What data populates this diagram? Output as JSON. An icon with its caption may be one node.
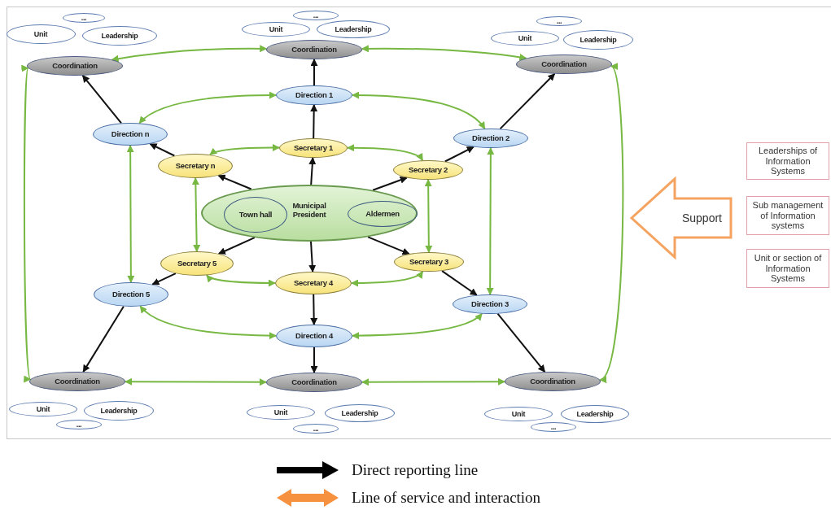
{
  "diagram": {
    "nodes": [
      {
        "text": [
          "..."
        ]
      },
      {
        "text": [
          "Unit"
        ]
      },
      {
        "text": [
          "Leadership"
        ]
      },
      {
        "text": [
          "..."
        ]
      },
      {
        "text": [
          "Unit"
        ]
      },
      {
        "text": [
          "Leadership"
        ]
      },
      {
        "text": [
          "..."
        ]
      },
      {
        "text": [
          "Unit"
        ]
      },
      {
        "text": [
          "Leadership"
        ]
      },
      {
        "text": [
          "Coordination"
        ]
      },
      {
        "text": [
          "Coordination"
        ]
      },
      {
        "text": [
          "Coordination"
        ]
      },
      {
        "text": [
          "Direction 1"
        ]
      },
      {
        "text": [
          "Direction n"
        ]
      },
      {
        "text": [
          "Direction 2"
        ]
      },
      {
        "text": [
          "Secretary 1"
        ]
      },
      {
        "text": [
          "Secretary n"
        ]
      },
      {
        "text": [
          "Secretary 2"
        ]
      },
      {
        "text": [
          "Municipal President"
        ]
      },
      {
        "text": [
          "Town hall"
        ],
        "in": 18
      },
      {
        "text": [
          "Aldermen"
        ],
        "in": 18
      },
      {
        "text": [
          "Leaderships of Information Systems"
        ]
      },
      {
        "text": [
          "Support"
        ]
      },
      {
        "text": [
          "Sub management of Information systems"
        ]
      },
      {
        "text": [
          "Unit or section of Information Systems"
        ]
      },
      {
        "text": [
          "Secretary 5"
        ]
      },
      {
        "text": [
          "Secretary 3"
        ]
      },
      {
        "text": [
          "Secretary 4"
        ]
      },
      {
        "text": [
          "Direction 5"
        ]
      },
      {
        "text": [
          "Direction 3"
        ]
      },
      {
        "text": [
          "Direction 4"
        ]
      },
      {
        "text": [
          "Coordination"
        ]
      },
      {
        "text": [
          "Coordination"
        ]
      },
      {
        "text": [
          "Coordination"
        ]
      },
      {
        "text": [
          "Unit"
        ]
      },
      {
        "text": [
          "Leadership"
        ]
      },
      {
        "text": [
          "..."
        ]
      },
      {
        "text": [
          "Unit"
        ]
      },
      {
        "text": [
          "Leadership"
        ]
      },
      {
        "text": [
          "..."
        ]
      },
      {
        "text": [
          "Unit"
        ]
      },
      {
        "text": [
          "Leadership"
        ]
      },
      {
        "text": [
          "..."
        ]
      }
    ],
    "edges": [
      {
        "from": 18,
        "to": 15,
        "arrow": "to"
      },
      {
        "from": 18,
        "to": 16,
        "arrow": "to"
      },
      {
        "from": 18,
        "to": 17,
        "arrow": "to"
      },
      {
        "from": 18,
        "to": 25,
        "arrow": "to"
      },
      {
        "from": 18,
        "to": 27,
        "arrow": "to"
      },
      {
        "from": 18,
        "to": 26,
        "arrow": "to"
      },
      {
        "from": 15,
        "to": 12,
        "arrow": "to"
      },
      {
        "from": 16,
        "to": 13,
        "arrow": "to"
      },
      {
        "from": 17,
        "to": 14,
        "arrow": "to"
      },
      {
        "from": 25,
        "to": 28,
        "arrow": "to"
      },
      {
        "from": 27,
        "to": 30,
        "arrow": "to"
      },
      {
        "from": 26,
        "to": 29,
        "arrow": "to"
      },
      {
        "from": 12,
        "to": 10,
        "arrow": "to"
      },
      {
        "from": 13,
        "to": 9,
        "arrow": "to"
      },
      {
        "from": 14,
        "to": 11,
        "arrow": "to"
      },
      {
        "from": 28,
        "to": 31,
        "arrow": "to"
      },
      {
        "from": 30,
        "to": 32,
        "arrow": "to"
      },
      {
        "from": 29,
        "to": 33,
        "arrow": "to"
      },
      {
        "from": 9,
        "to": 10,
        "arrow": "both",
        "color": "#77b843"
      },
      {
        "from": 10,
        "to": 11,
        "arrow": "both",
        "color": "#77b843"
      },
      {
        "from": 11,
        "to": 33,
        "arrow": "both",
        "color": "#77b843"
      },
      {
        "from": 32,
        "to": 33,
        "arrow": "both",
        "color": "#77b843"
      },
      {
        "from": 31,
        "to": 32,
        "arrow": "both",
        "color": "#77b843"
      },
      {
        "from": 31,
        "to": 9,
        "arrow": "both",
        "color": "#77b843"
      },
      {
        "from": 13,
        "to": 12,
        "arrow": "both",
        "color": "#77b843"
      },
      {
        "from": 12,
        "to": 14,
        "arrow": "both",
        "color": "#77b843"
      },
      {
        "from": 14,
        "to": 29,
        "arrow": "both",
        "color": "#77b843"
      },
      {
        "from": 30,
        "to": 29,
        "arrow": "both",
        "color": "#77b843"
      },
      {
        "from": 28,
        "to": 30,
        "arrow": "both",
        "color": "#77b843"
      },
      {
        "from": 13,
        "to": 28,
        "arrow": "both",
        "color": "#77b843"
      },
      {
        "from": 16,
        "to": 15,
        "arrow": "both",
        "color": "#77b843"
      },
      {
        "from": 15,
        "to": 17,
        "arrow": "both",
        "color": "#77b843"
      },
      {
        "from": 17,
        "to": 26,
        "arrow": "both",
        "color": "#77b843"
      },
      {
        "from": 27,
        "to": 26,
        "arrow": "both",
        "color": "#77b843"
      },
      {
        "from": 25,
        "to": 27,
        "arrow": "both",
        "color": "#77b843"
      },
      {
        "from": 16,
        "to": 25,
        "arrow": "both",
        "color": "#77b843"
      }
    ],
    "legend": [
      {
        "text": "Direct reporting line"
      },
      {
        "text": "Line of service and interaction"
      }
    ]
  }
}
